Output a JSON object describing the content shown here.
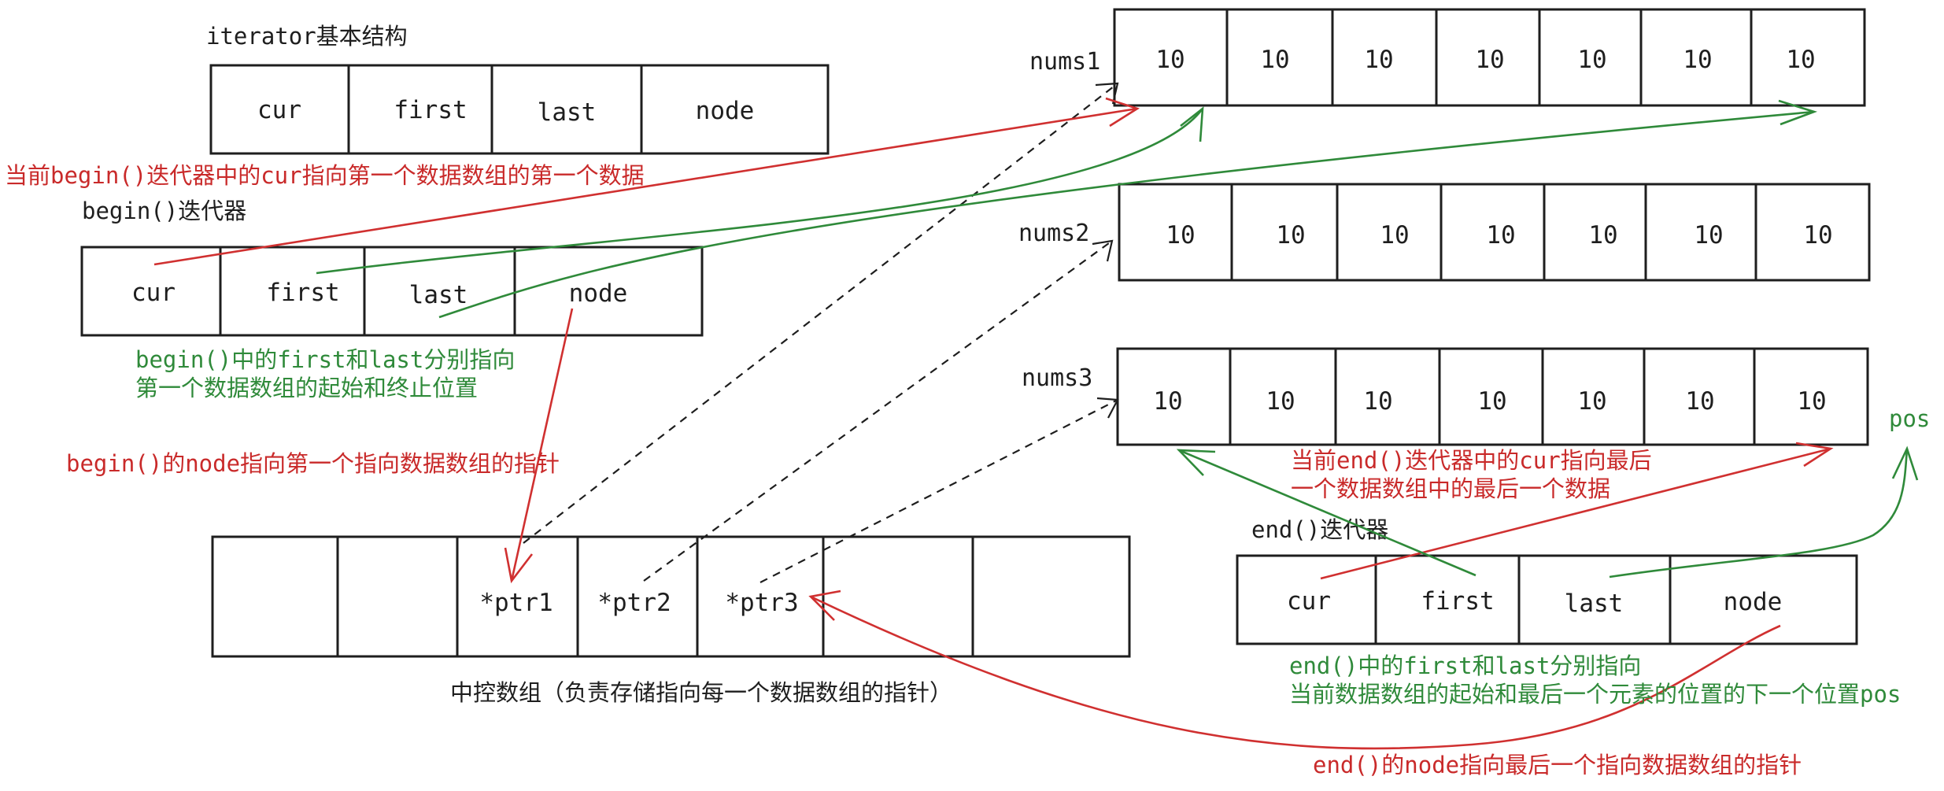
{
  "iterator_struct": {
    "title": "iterator基本结构",
    "fields": [
      "cur",
      "first",
      "last",
      "node"
    ]
  },
  "begin_iter": {
    "title": "begin()迭代器",
    "fields": [
      "cur",
      "first",
      "last",
      "node"
    ]
  },
  "end_iter": {
    "title": "end()迭代器",
    "fields": [
      "cur",
      "first",
      "last",
      "node"
    ]
  },
  "arrays": [
    {
      "name": "nums1",
      "values": [
        "10",
        "10",
        "10",
        "10",
        "10",
        "10",
        "10"
      ]
    },
    {
      "name": "nums2",
      "values": [
        "10",
        "10",
        "10",
        "10",
        "10",
        "10",
        "10"
      ]
    },
    {
      "name": "nums3",
      "values": [
        "10",
        "10",
        "10",
        "10",
        "10",
        "10",
        "10"
      ]
    }
  ],
  "map": {
    "cells": [
      "",
      "",
      "*ptr1",
      "*ptr2",
      "*ptr3",
      "",
      ""
    ],
    "caption": "中控数组（负责存储指向每一个数据数组的指针）"
  },
  "pos_label": "pos",
  "notes": {
    "begin_cur": "当前begin()迭代器中的cur指向第一个数据数组的第一个数据",
    "begin_first_last_1": "begin()中的first和last分别指向",
    "begin_first_last_2": "第一个数据数组的起始和终止位置",
    "begin_node": "begin()的node指向第一个指向数据数组的指针",
    "end_cur_1": "当前end()迭代器中的cur指向最后",
    "end_cur_2": "一个数据数组中的最后一个数据",
    "end_first_last_1": "end()中的first和last分别指向",
    "end_first_last_2": "当前数据数组的起始和最后一个元素的位置的下一个位置pos",
    "end_node": "end()的node指向最后一个指向数据数组的指针"
  },
  "colors": {
    "red": "#d03030",
    "green": "#2f8a3a",
    "ink": "#1e1e1e"
  }
}
